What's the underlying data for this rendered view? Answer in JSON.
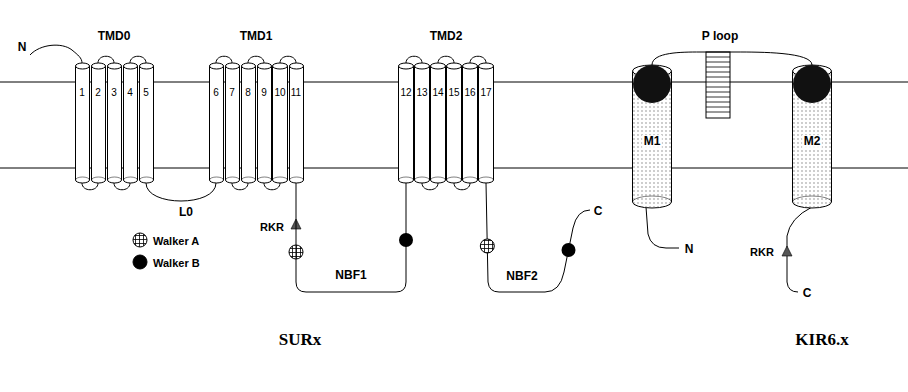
{
  "diagram": {
    "nodes": [
      {
        "text": [
          "1"
        ]
      },
      {
        "text": [
          "2"
        ]
      },
      {
        "text": [
          "3"
        ]
      },
      {
        "text": [
          "4"
        ]
      },
      {
        "text": [
          "5"
        ]
      },
      {
        "text": [
          "6"
        ]
      },
      {
        "text": [
          "7"
        ]
      },
      {
        "text": [
          "8"
        ]
      },
      {
        "text": [
          "9"
        ]
      },
      {
        "text": [
          "10"
        ]
      },
      {
        "text": [
          "11"
        ]
      },
      {
        "text": [
          "12"
        ]
      },
      {
        "text": [
          "13"
        ]
      },
      {
        "text": [
          "14"
        ]
      },
      {
        "text": [
          "15"
        ]
      },
      {
        "text": [
          "16"
        ]
      },
      {
        "text": [
          "17"
        ]
      },
      {
        "text": [
          "M1"
        ]
      },
      {
        "text": [
          "M2"
        ]
      }
    ],
    "edges": [
      {
        "from": 0,
        "to": 1,
        "arrow": "none"
      },
      {
        "from": 1,
        "to": 2,
        "arrow": "none"
      },
      {
        "from": 2,
        "to": 3,
        "arrow": "none"
      },
      {
        "from": 3,
        "to": 4,
        "arrow": "none"
      },
      {
        "from": 4,
        "to": 5,
        "label": "L0",
        "arrow": "none"
      },
      {
        "from": 5,
        "to": 6,
        "arrow": "none"
      },
      {
        "from": 6,
        "to": 7,
        "arrow": "none"
      },
      {
        "from": 7,
        "to": 8,
        "arrow": "none"
      },
      {
        "from": 8,
        "to": 9,
        "arrow": "none"
      },
      {
        "from": 9,
        "to": 10,
        "arrow": "none"
      },
      {
        "from": 10,
        "to": 11,
        "label": "NBF1",
        "arrow": "none"
      },
      {
        "from": 11,
        "to": 12,
        "arrow": "none"
      },
      {
        "from": 12,
        "to": 13,
        "arrow": "none"
      },
      {
        "from": 13,
        "to": 14,
        "arrow": "none"
      },
      {
        "from": 14,
        "to": 15,
        "arrow": "none"
      },
      {
        "from": 15,
        "to": 16,
        "arrow": "none"
      },
      {
        "from": 17,
        "to": 18,
        "label": "P loop",
        "arrow": "none"
      }
    ],
    "labels": [
      "TMD0",
      "TMD1",
      "TMD2",
      "N",
      "RKR",
      "NBF2",
      "C",
      "N",
      "RKR",
      "C",
      "SURx",
      "KIR6.x"
    ],
    "legend": [
      {
        "text": "Walker A"
      },
      {
        "text": "Walker B"
      }
    ]
  }
}
